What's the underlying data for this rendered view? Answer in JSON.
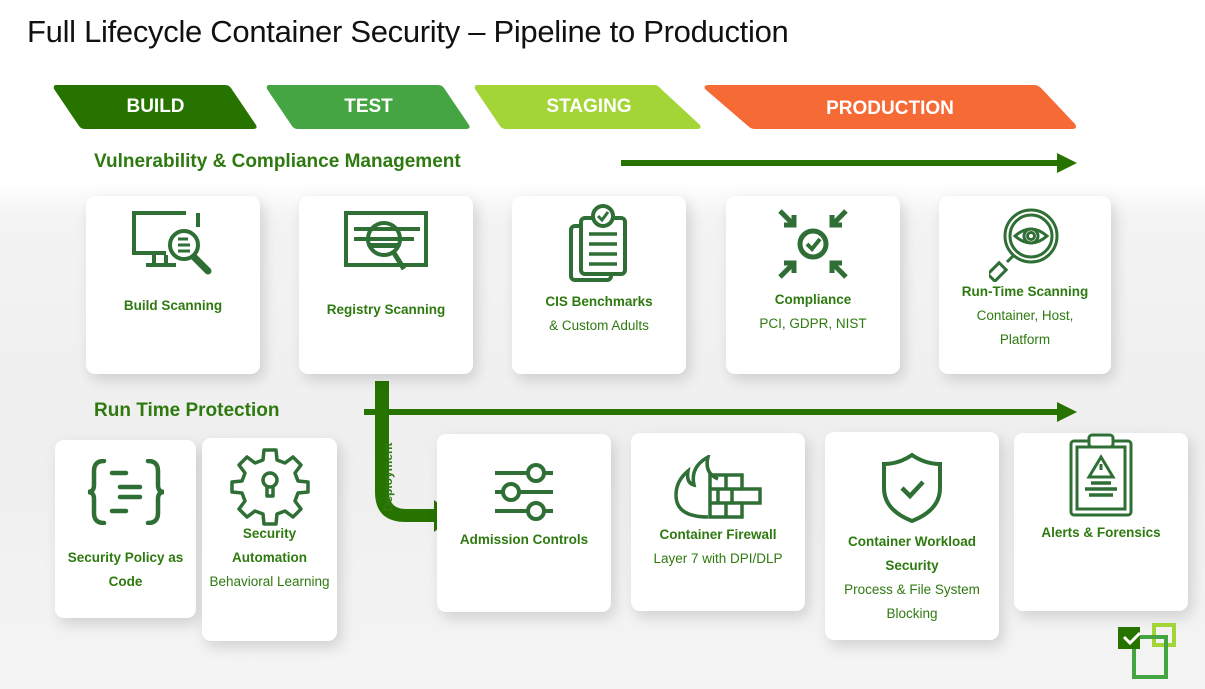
{
  "title": "Full Lifecycle Container Security – Pipeline to Production",
  "stages": [
    {
      "label": "BUILD",
      "color": "#267300"
    },
    {
      "label": "TEST",
      "color": "#45a543"
    },
    {
      "label": "STAGING",
      "color": "#a3d536"
    },
    {
      "label": "PRODUCTION",
      "color": "#f66a36"
    }
  ],
  "sections": {
    "vulnerability": {
      "heading": "Vulnerability & Compliance Management",
      "cards": [
        {
          "icon": "monitor-search-icon",
          "label": "Build Scanning",
          "sub": []
        },
        {
          "icon": "registry-search-icon",
          "label": "Registry Scanning",
          "sub": []
        },
        {
          "icon": "clipboard-check-icon",
          "label": "CIS Benchmarks",
          "sub": [
            "& Custom Adults"
          ]
        },
        {
          "icon": "converge-check-icon",
          "label": "Compliance",
          "sub": [
            "PCI, GDPR, NIST"
          ]
        },
        {
          "icon": "eye-magnifier-icon",
          "label": "Run-Time Scanning",
          "sub": [
            "Container, Host,",
            "Platform"
          ]
        }
      ]
    },
    "runtime": {
      "heading": "Run Time Protection",
      "cards": [
        {
          "icon": "code-braces-icon",
          "label_lines": [
            "Security Policy as",
            "Code"
          ],
          "sub": []
        },
        {
          "icon": "gear-lock-icon",
          "label_lines": [
            "Security",
            "Automation"
          ],
          "sub": [
            "Behavioral Learning"
          ]
        },
        {
          "icon": "sliders-icon",
          "label_lines": [
            "Admission Controls"
          ],
          "sub": []
        },
        {
          "icon": "firewall-icon",
          "label_lines": [
            "Container Firewall"
          ],
          "sub": [
            "Layer 7 with DPI/DLP"
          ]
        },
        {
          "icon": "shield-check-icon",
          "label_lines": [
            "Container Workload",
            "Security"
          ],
          "sub": [
            "Process & File System",
            "Blocking"
          ]
        },
        {
          "icon": "clipboard-alert-icon",
          "label_lines": [
            "Alerts & Forensics"
          ],
          "sub": []
        }
      ]
    }
  },
  "deployment_label": "Deployment",
  "accent_color": "#267300"
}
